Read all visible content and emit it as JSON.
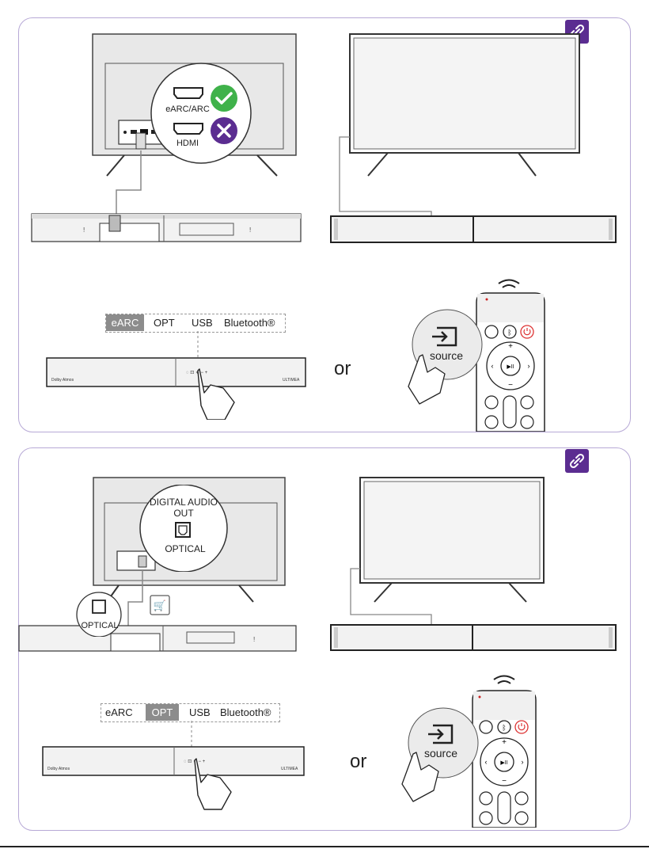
{
  "steps": [
    {
      "callout": {
        "top_label": "eARC/ARC",
        "bottom_label": "HDMI"
      },
      "modes": [
        "eARC",
        "OPT",
        "USB",
        "Bluetooth®"
      ],
      "active_mode": 0,
      "or_text": "or",
      "source_label": "source",
      "soundbar_text": {
        "left": "Dolby Atmos",
        "right": "ULTIMEA"
      }
    },
    {
      "callout": {
        "title_line1": "DIGITAL AUDIO",
        "title_line2": "OUT",
        "bottom_label": "OPTICAL",
        "small_label": "OPTICAL"
      },
      "modes": [
        "eARC",
        "OPT",
        "USB",
        "Bluetooth®"
      ],
      "active_mode": 1,
      "or_text": "or",
      "source_label": "source",
      "soundbar_text": {
        "left": "Dolby Atmos",
        "right": "ULTIMEA"
      }
    }
  ],
  "colors": {
    "accent": "#5b2d91",
    "check": "#3fb24a",
    "cross": "#5b2d91",
    "frame": "#b7a9d6",
    "highlight": "#8c8c8c"
  },
  "icons": [
    "link-icon",
    "check-icon",
    "cross-icon",
    "cart-icon",
    "input-source-icon",
    "hand-pointer-icon",
    "wifi-signal-icon",
    "bluetooth-icon",
    "power-icon"
  ]
}
